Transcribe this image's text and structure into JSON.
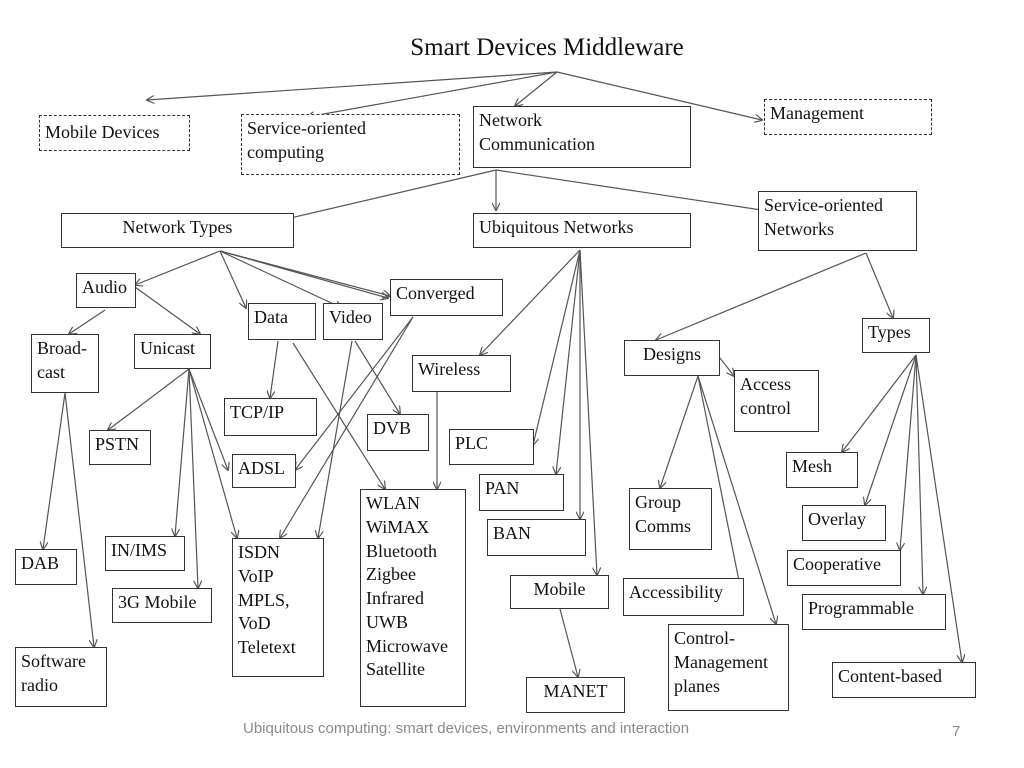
{
  "title": "Smart Devices Middleware",
  "nodes": {
    "mobile_devices": "Mobile  Devices",
    "service_oriented_computing": "Service-oriented\ncomputing",
    "network_communication": "Network\nCommunication",
    "management": "Management",
    "network_types": "Network Types",
    "ubiquitous_networks": "Ubiquitous Networks",
    "service_oriented_networks": "Service-oriented\nNetworks",
    "audio": "Audio",
    "data": "Data",
    "video": "Video",
    "converged": "Converged",
    "broadcast": "Broad-\ncast",
    "unicast": "Unicast",
    "tcp_ip": "TCP/IP",
    "pstn": "PSTN",
    "adsl": "ADSL",
    "dvb": "DVB",
    "dab": "DAB",
    "in_ims": "IN/IMS",
    "mobile_3g": "3G Mobile",
    "software_radio": "Software\nradio",
    "isdn_group": "ISDN\nVoIP\nMPLS,\nVoD\nTeletext",
    "wireless": "Wireless",
    "wireless_group": "WLAN\nWiMAX\nBluetooth\nZigbee\nInfrared\nUWB\nMicrowave\nSatellite",
    "plc": "PLC",
    "pan": "PAN",
    "ban": "BAN",
    "mobile": "Mobile",
    "manet": "MANET",
    "designs": "Designs",
    "access_control": "Access\ncontrol",
    "group_comms": "Group\nComms",
    "accessibility": "Accessibility",
    "control_management": "Control-\nManagement\nplanes",
    "types": "Types",
    "mesh": "Mesh",
    "overlay": "Overlay",
    "cooperative": "Cooperative",
    "programmable": "Programmable",
    "content_based": "Content-based"
  },
  "footer": {
    "caption": "Ubiquitous computing: smart devices, environments and interaction",
    "page_number": "7"
  }
}
